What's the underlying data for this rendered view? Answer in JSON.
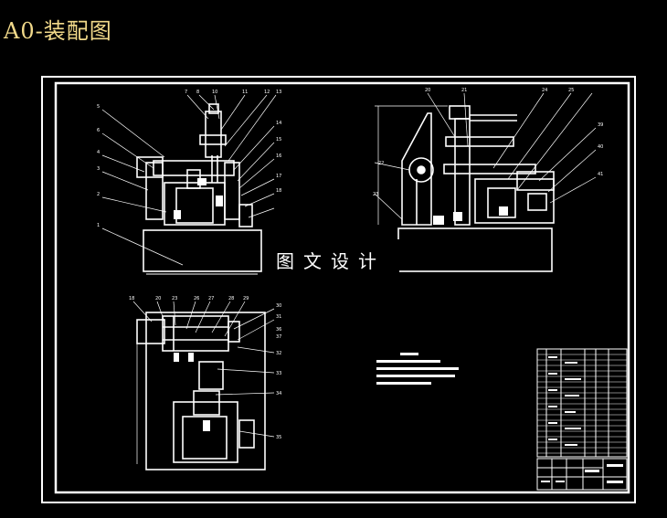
{
  "page_title": "A0-装配图",
  "watermark_text": "图文设计",
  "callouts": {
    "front": [
      "7",
      "8",
      "10",
      "11",
      "12",
      "5",
      "6",
      "4",
      "3",
      "2",
      "1",
      "13",
      "14",
      "15",
      "16",
      "17",
      "18"
    ],
    "side": [
      "20",
      "21",
      "22",
      "23",
      "24",
      "25",
      "39",
      "40",
      "41"
    ],
    "top": [
      "18",
      "20",
      "23",
      "26",
      "27",
      "28",
      "29",
      "30",
      "31",
      "32",
      "33",
      "34",
      "35",
      "36",
      "37"
    ]
  },
  "colors": {
    "background": "#000000",
    "lines": "#ffffff",
    "title": "#f1d98a"
  }
}
